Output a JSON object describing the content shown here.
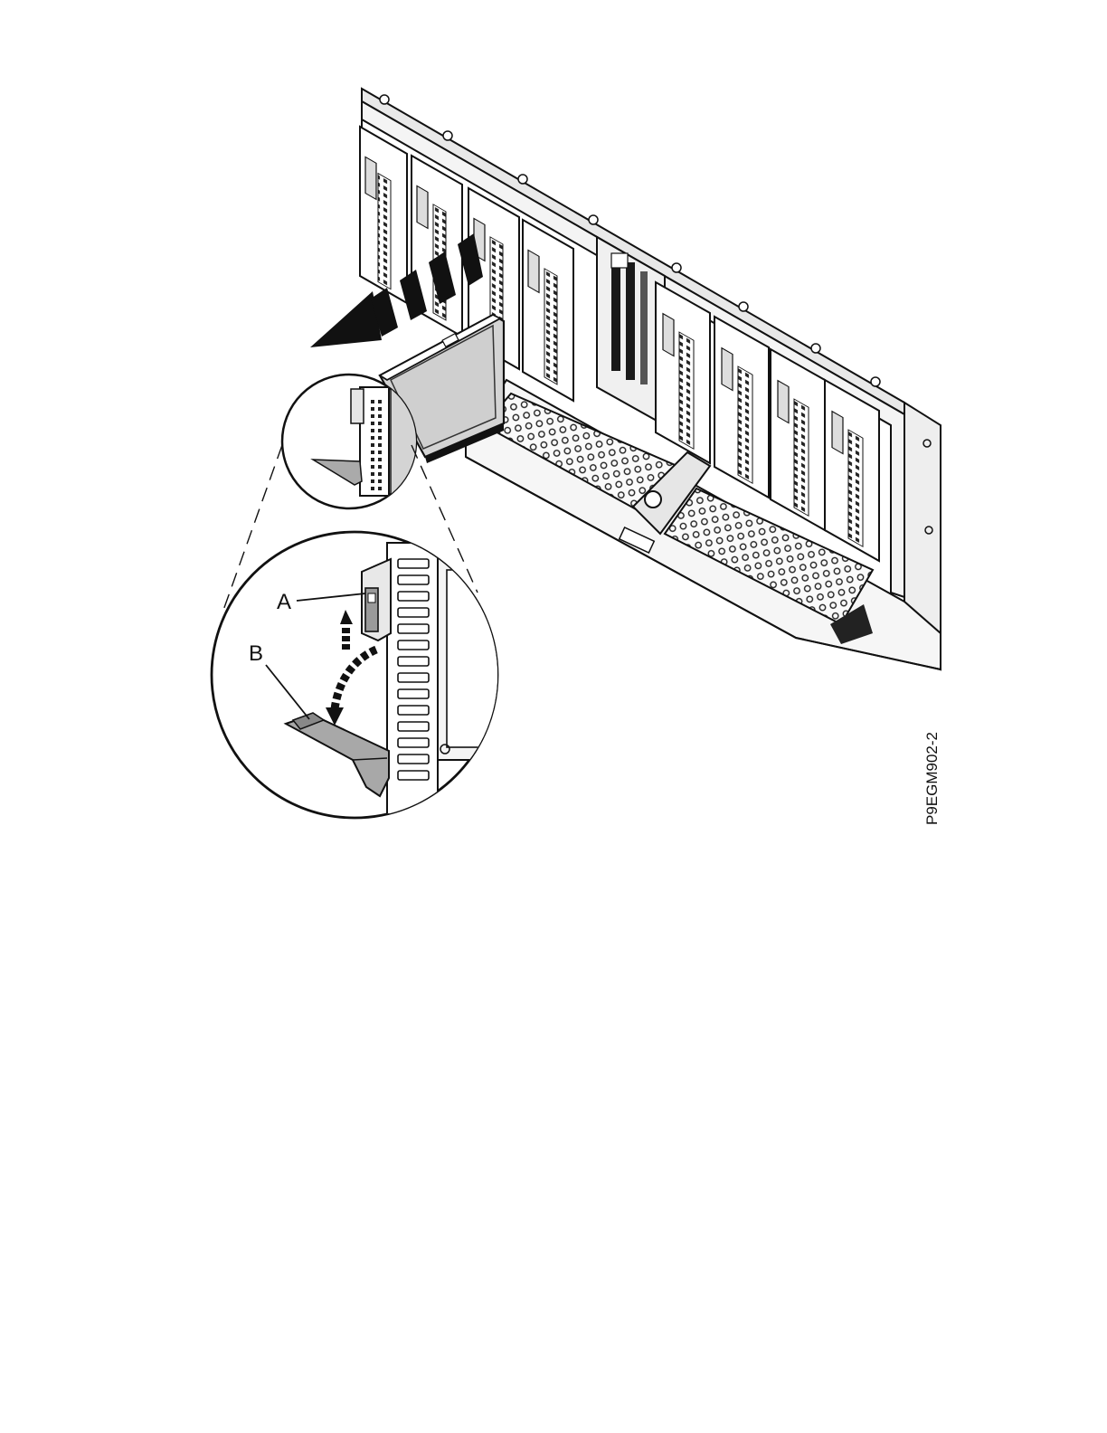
{
  "figure": {
    "callouts": {
      "a": "A",
      "b": "B"
    },
    "figure_id": "P9EGM902-2"
  },
  "colors": {
    "ink": "#111111",
    "chassis_fill": "#f2f2f2",
    "drive_gray": "#cfcfcf",
    "handle_gray": "#a8a8a8",
    "dark": "#1a1a1a"
  },
  "icons": {
    "direction_arrow": "pull-out-arrow-icon",
    "release_arrow": "curved-arrow-icon"
  }
}
